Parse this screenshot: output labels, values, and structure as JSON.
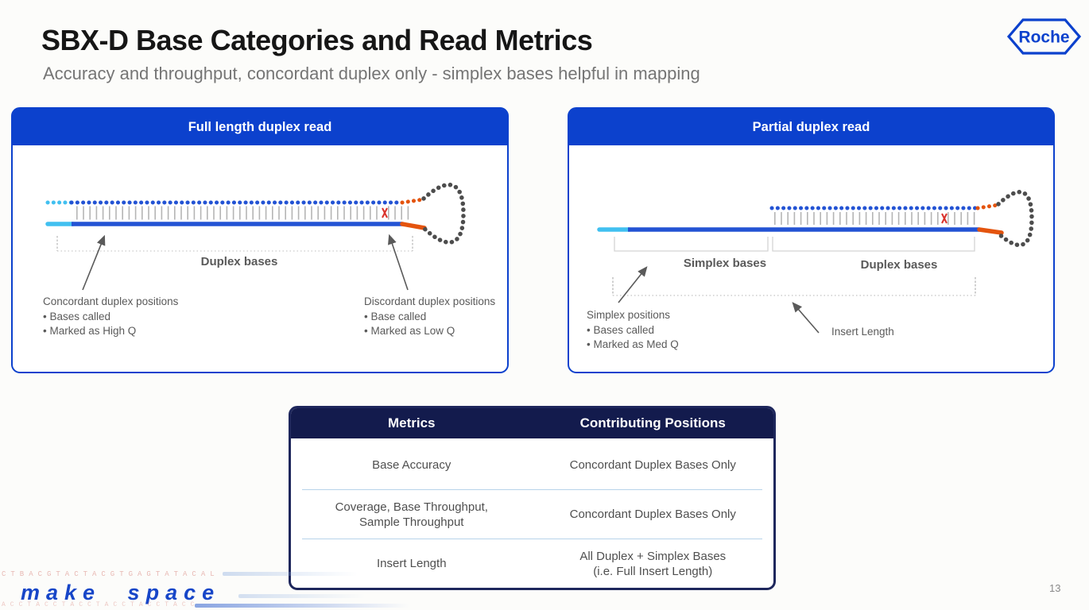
{
  "slide": {
    "title": "SBX-D Base Categories and Read Metrics",
    "subtitle": "Accuracy and throughput, concordant duplex only - simplex bases helpful in mapping",
    "brand": "Roche",
    "page_number": "13",
    "footer_wordmark": "make space",
    "footer_dna_top": "CTBACGTACTACGTGAGTATACAL",
    "footer_dna_bottom": "ACCTACCTACCTACCTACCTACC"
  },
  "panels": {
    "full_length": {
      "title": "Full length duplex read",
      "duplex_label": "Duplex bases",
      "concordant": {
        "title": "Concordant duplex positions",
        "bullets": [
          "Bases called",
          "Marked as High Q"
        ]
      },
      "discordant": {
        "title": "Discordant duplex positions",
        "bullets": [
          "Base called",
          "Marked as Low Q"
        ]
      }
    },
    "partial": {
      "title": "Partial duplex read",
      "simplex_label": "Simplex bases",
      "duplex_label": "Duplex bases",
      "insert_label": "Insert Length",
      "simplex": {
        "title": "Simplex positions",
        "bullets": [
          "Bases called",
          "Marked as Med Q"
        ]
      }
    }
  },
  "table": {
    "headers": [
      "Metrics",
      "Contributing Positions"
    ],
    "rows": [
      {
        "metric": "Base Accuracy",
        "positions": "Concordant Duplex Bases Only"
      },
      {
        "metric": "Coverage, Base Throughput,\nSample Throughput",
        "positions": "Concordant Duplex Bases Only"
      },
      {
        "metric": "Insert Length",
        "positions": "All Duplex + Simplex Bases\n(i.e. Full Insert Length)"
      }
    ]
  },
  "colors": {
    "roche_blue": "#0c41cd",
    "table_navy": "#131b4d",
    "strand_blue": "#2353d4",
    "strand_cyan": "#41c0f0",
    "strand_orange": "#e4540e",
    "hairpin_gray": "#4d4d4d",
    "rung_gray": "#b5b5b5",
    "error_red": "#d9312b",
    "divider_blue": "#b7d3ea",
    "wordmark_blue": "#1746c8"
  }
}
